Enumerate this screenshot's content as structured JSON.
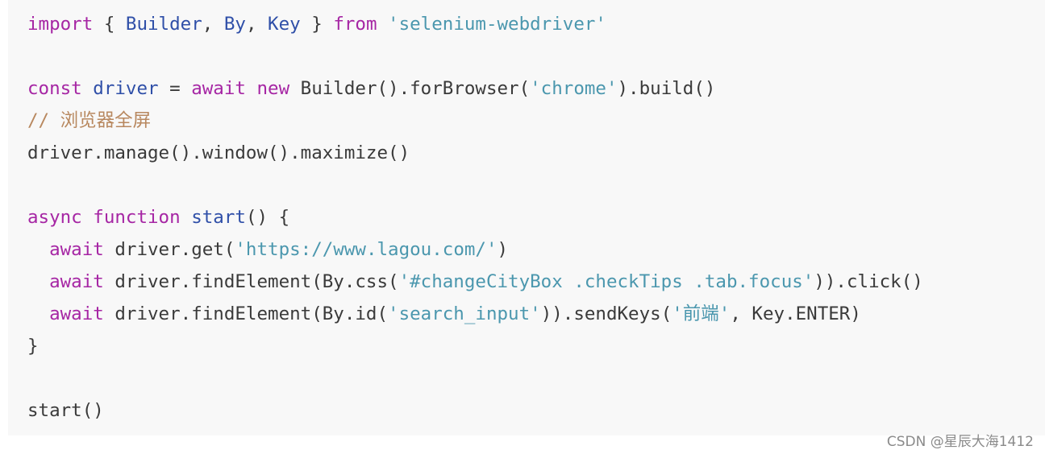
{
  "colors": {
    "keyword": "#a626a4",
    "identifier": "#2f4fa8",
    "string": "#4b97ae",
    "comment": "#b8885f",
    "plain": "#3a3a3a",
    "panel_bg": "#f8f8f8"
  },
  "code": {
    "language": "javascript",
    "lines": [
      [
        {
          "t": "import",
          "c": "keyword"
        },
        {
          "t": " { ",
          "c": "plain"
        },
        {
          "t": "Builder",
          "c": "identifier"
        },
        {
          "t": ", ",
          "c": "plain"
        },
        {
          "t": "By",
          "c": "identifier"
        },
        {
          "t": ", ",
          "c": "plain"
        },
        {
          "t": "Key",
          "c": "identifier"
        },
        {
          "t": " } ",
          "c": "plain"
        },
        {
          "t": "from",
          "c": "keyword"
        },
        {
          "t": " ",
          "c": "plain"
        },
        {
          "t": "'selenium-webdriver'",
          "c": "string"
        }
      ],
      [],
      [
        {
          "t": "const",
          "c": "keyword"
        },
        {
          "t": " ",
          "c": "plain"
        },
        {
          "t": "driver",
          "c": "identifier"
        },
        {
          "t": " = ",
          "c": "plain"
        },
        {
          "t": "await",
          "c": "keyword"
        },
        {
          "t": " ",
          "c": "plain"
        },
        {
          "t": "new",
          "c": "keyword"
        },
        {
          "t": " Builder().forBrowser(",
          "c": "plain"
        },
        {
          "t": "'chrome'",
          "c": "string"
        },
        {
          "t": ").build()",
          "c": "plain"
        }
      ],
      [
        {
          "t": "// 浏览器全屏",
          "c": "comment"
        }
      ],
      [
        {
          "t": "driver.manage().window().maximize()",
          "c": "plain"
        }
      ],
      [],
      [
        {
          "t": "async",
          "c": "keyword"
        },
        {
          "t": " ",
          "c": "plain"
        },
        {
          "t": "function",
          "c": "keyword"
        },
        {
          "t": " ",
          "c": "plain"
        },
        {
          "t": "start",
          "c": "identifier"
        },
        {
          "t": "() {",
          "c": "plain"
        }
      ],
      [
        {
          "t": "  ",
          "c": "plain"
        },
        {
          "t": "await",
          "c": "keyword"
        },
        {
          "t": " driver.get(",
          "c": "plain"
        },
        {
          "t": "'https://www.lagou.com/'",
          "c": "string"
        },
        {
          "t": ")",
          "c": "plain"
        }
      ],
      [
        {
          "t": "  ",
          "c": "plain"
        },
        {
          "t": "await",
          "c": "keyword"
        },
        {
          "t": " driver.findElement(By.css(",
          "c": "plain"
        },
        {
          "t": "'#changeCityBox .checkTips .tab.focus'",
          "c": "string"
        },
        {
          "t": ")).click()",
          "c": "plain"
        }
      ],
      [
        {
          "t": "  ",
          "c": "plain"
        },
        {
          "t": "await",
          "c": "keyword"
        },
        {
          "t": " driver.findElement(By.id(",
          "c": "plain"
        },
        {
          "t": "'search_input'",
          "c": "string"
        },
        {
          "t": ")).sendKeys(",
          "c": "plain"
        },
        {
          "t": "'前端'",
          "c": "string"
        },
        {
          "t": ", Key.ENTER)",
          "c": "plain"
        }
      ],
      [
        {
          "t": "}",
          "c": "plain"
        }
      ],
      [],
      [
        {
          "t": "start()",
          "c": "plain"
        }
      ]
    ]
  },
  "watermark": {
    "text": "CSDN @星辰大海1412"
  }
}
